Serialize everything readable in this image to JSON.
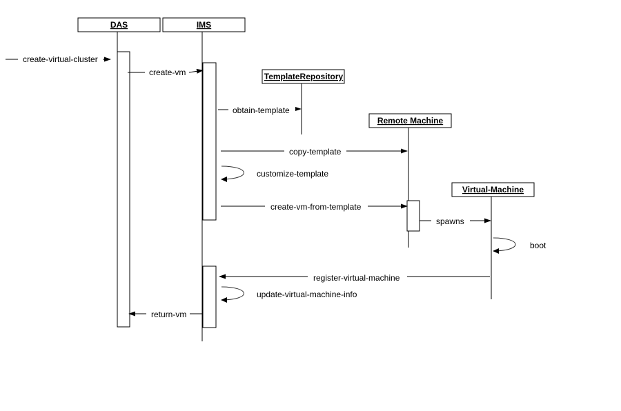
{
  "diagram": {
    "type": "sequence",
    "lifelines": [
      {
        "id": "das",
        "name": "DAS"
      },
      {
        "id": "ims",
        "name": "IMS"
      },
      {
        "id": "repo",
        "name": "TemplateRepository"
      },
      {
        "id": "remote",
        "name": "Remote Machine"
      },
      {
        "id": "vm",
        "name": "Virtual-Machine"
      }
    ],
    "messages": [
      {
        "label": "create-virtual-cluster",
        "from": "external",
        "to": "DAS"
      },
      {
        "label": "create-vm",
        "from": "DAS",
        "to": "IMS"
      },
      {
        "label": "obtain-template",
        "from": "IMS",
        "to": "TemplateRepository"
      },
      {
        "label": "copy-template",
        "from": "IMS",
        "to": "Remote Machine"
      },
      {
        "label": "customize-template",
        "from": "IMS",
        "to": "IMS"
      },
      {
        "label": "create-vm-from-template",
        "from": "IMS",
        "to": "Remote Machine"
      },
      {
        "label": "spawns",
        "from": "Remote Machine",
        "to": "Virtual-Machine"
      },
      {
        "label": "boot",
        "from": "Virtual-Machine",
        "to": "Virtual-Machine"
      },
      {
        "label": "register-virtual-machine",
        "from": "Virtual-Machine",
        "to": "IMS"
      },
      {
        "label": "update-virtual-machine-info",
        "from": "IMS",
        "to": "IMS"
      },
      {
        "label": "return-vm",
        "from": "IMS",
        "to": "DAS"
      }
    ]
  }
}
